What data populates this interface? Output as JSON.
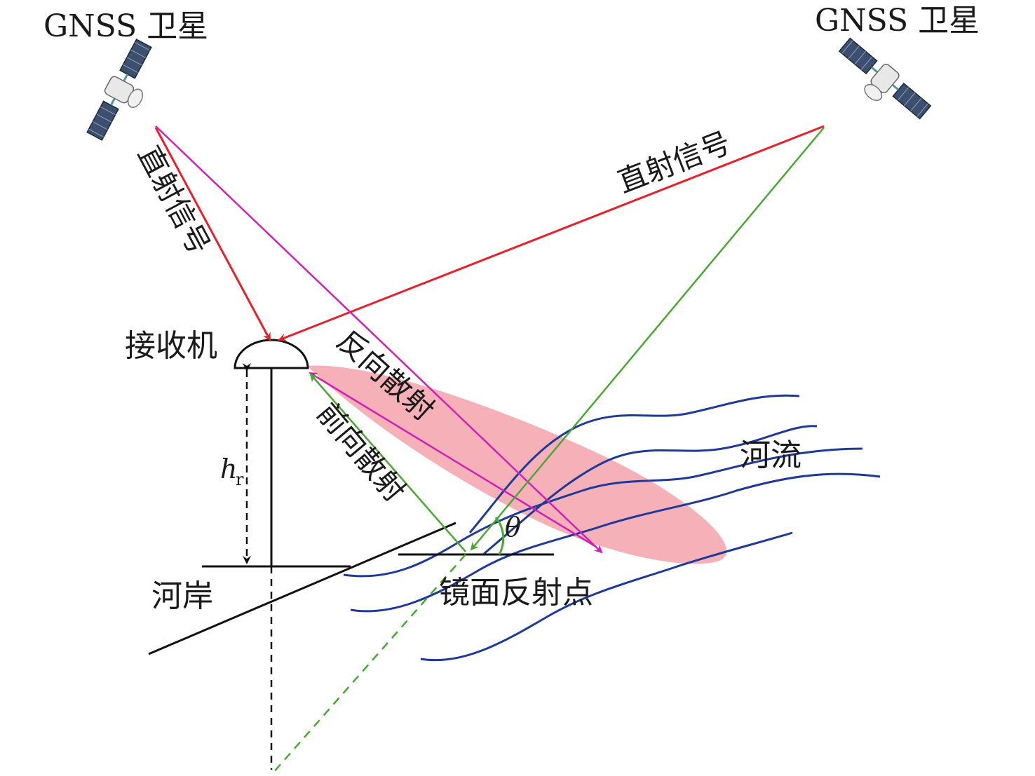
{
  "satellites": {
    "left_label": "GNSS 卫星",
    "right_label": "GNSS 卫星"
  },
  "signals": {
    "direct_left": "直射信号",
    "direct_right": "直射信号",
    "back_scatter": "反向散射",
    "forward_scatter": "前向散射"
  },
  "labels": {
    "receiver": "接收机",
    "height_symbol": "h",
    "height_subscript": "r",
    "river": "河流",
    "riverbank": "河岸",
    "specular_point": "镜面反射点",
    "angle_symbol": "θ"
  },
  "colors": {
    "direct_signal": "#e8202a",
    "back_scatter": "#d21fb8",
    "forward_scatter": "#4aa832",
    "river_waves": "#1e3a98",
    "glistening_zone": "#f4a3ab",
    "structure": "#111111"
  },
  "icons": [
    "satellite-icon",
    "satellite-icon"
  ]
}
